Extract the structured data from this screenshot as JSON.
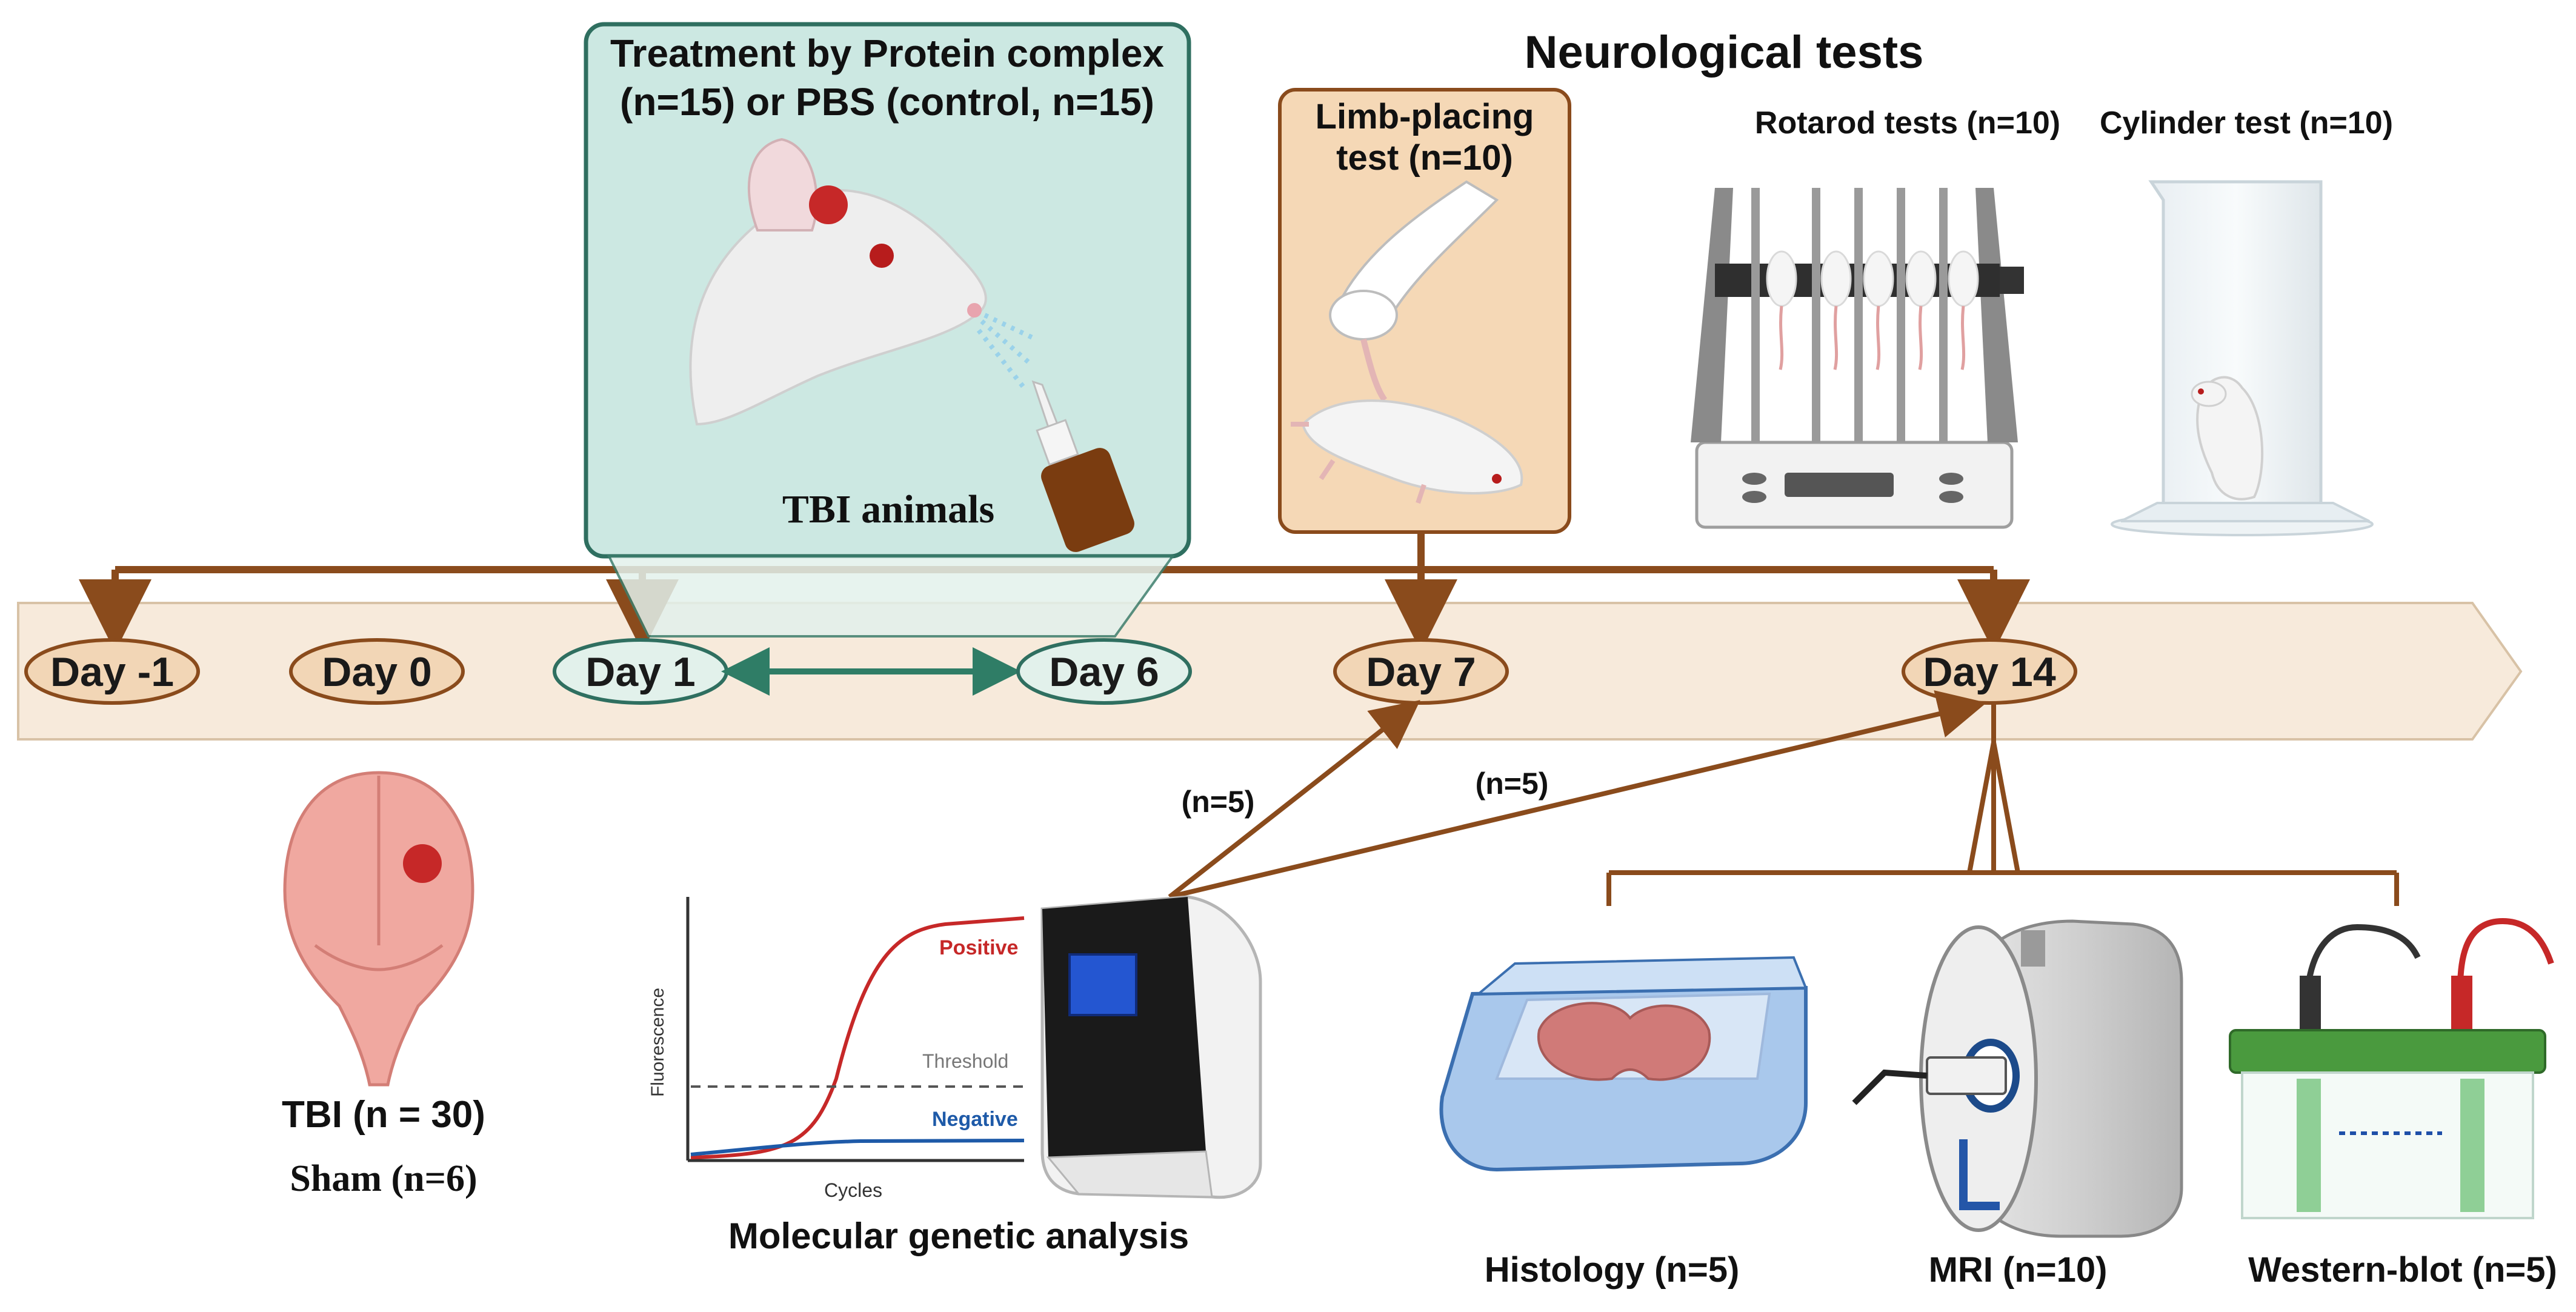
{
  "title": "Neurological tests",
  "treatment_box": {
    "line1": "Treatment by Protein complex",
    "line2": "(n=15) or PBS (control, n=15)",
    "caption": "TBI animals"
  },
  "limb_box": {
    "line1": "Limb-placing",
    "line2": "test (n=10)"
  },
  "rotarod_label": "Rotarod tests (n=10)",
  "cylinder_label": "Cylinder test (n=10)",
  "timeline": {
    "days": [
      "Day -1",
      "Day 0",
      "Day 1",
      "Day 6",
      "Day 7",
      "Day 14"
    ]
  },
  "groups": {
    "tbi": "TBI (n = 30)",
    "sham": "Sham (n=6)"
  },
  "molecular": {
    "n_day7": "(n=5)",
    "n_day14": "(n=5)",
    "caption": "Molecular genetic analysis",
    "graph": {
      "positive": "Positive",
      "threshold": "Threshold",
      "negative": "Negative",
      "xlabel": "Cycles",
      "ylabel": "Fluorescence"
    }
  },
  "analyses": {
    "histology": "Histology (n=5)",
    "mri": "MRI (n=10)",
    "western": "Western-blot (n=5)"
  },
  "colors": {
    "brown": "#8a4b1c",
    "timeline_fill": "#f6e8d8",
    "day_fill": "#f2d7b8",
    "teal_fill": "#e2f1eb",
    "teal_stroke": "#3d7e6d",
    "teal_box": "#cde9e3",
    "limb_box": "#f5d9b8",
    "positive": "#c62828",
    "negative": "#1e5aa8"
  }
}
